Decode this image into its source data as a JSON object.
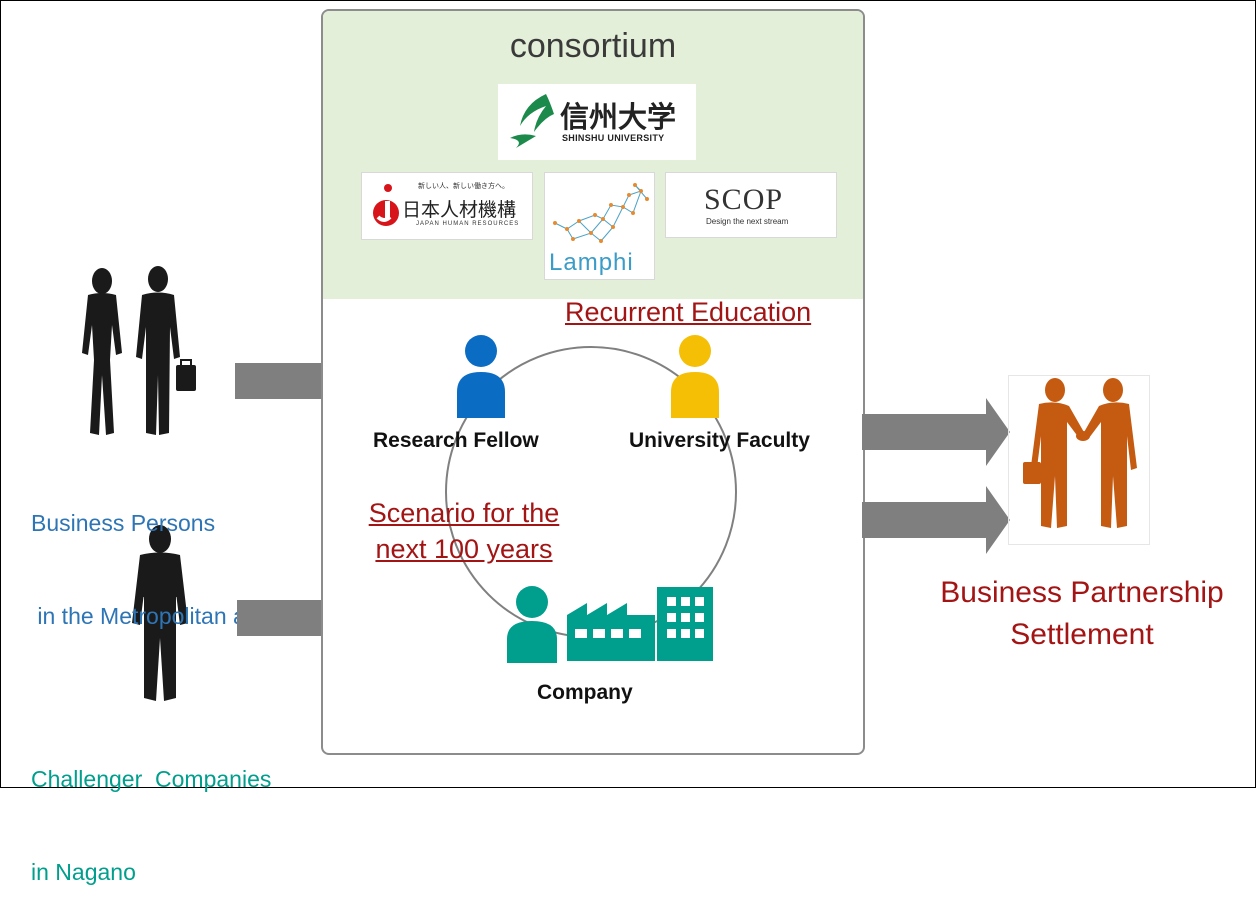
{
  "consortium": {
    "title": "consortium",
    "logos": {
      "shinshu": {
        "name_jp": "信州大学",
        "name_en": "SHINSHU UNIVERSITY"
      },
      "jhr": {
        "tagline": "新しい人、新しい働き方へ。",
        "name_jp": "日本人材機構",
        "name_en": "JAPAN HUMAN RESOURCES"
      },
      "lamphi": {
        "name": "Lamphi"
      },
      "scop": {
        "name": "SCOP",
        "tagline": "Design the next stream"
      }
    },
    "recurrent_education": "Recurrent Education",
    "research_fellow": "Research Fellow",
    "university_faculty": "University Faculty",
    "scenario_line1": "Scenario for the",
    "scenario_line2": "next 100 years",
    "company": "Company"
  },
  "left": {
    "business_persons_line1": "Business Persons",
    "business_persons_line2": " in the Metropolitan area",
    "challenger_line1": "Challenger  Companies",
    "challenger_line2": "in Nagano"
  },
  "right": {
    "result_line1": "Business Partnership",
    "result_line2": "Settlement"
  },
  "colors": {
    "blue_person": "#0b6cc4",
    "yellow_person": "#f5bf06",
    "teal": "#009e8c",
    "orange": "#c55a11",
    "red_text": "#a31515",
    "left_blue_text": "#2e75b6",
    "left_teal_text": "#009e8c",
    "arrow_gray": "#7f7f7f",
    "silhouette": "#1a1a1a"
  }
}
